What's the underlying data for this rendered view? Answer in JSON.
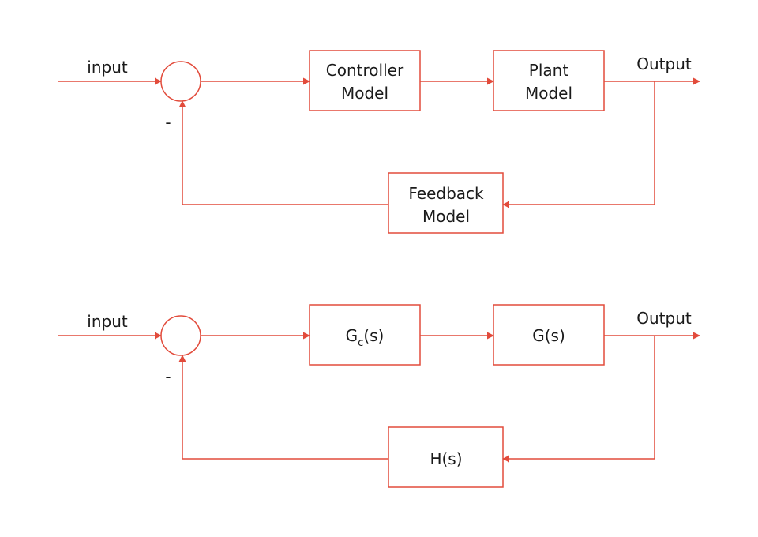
{
  "colors": {
    "line": "#e24b3b",
    "text": "#1a1a1a",
    "background": "#ffffff"
  },
  "diagrams": [
    {
      "input_label": "input",
      "output_label": "Output",
      "minus_sign": "-",
      "controller": {
        "line1": "Controller",
        "line2": "Model"
      },
      "plant": {
        "line1": "Plant",
        "line2": "Model"
      },
      "feedback": {
        "line1": "Feedback",
        "line2": "Model"
      }
    },
    {
      "input_label": "input",
      "output_label": "Output",
      "minus_sign": "-",
      "controller": {
        "main": "G",
        "subscript": "c",
        "suffix": "(s)"
      },
      "plant": {
        "label": "G(s)"
      },
      "feedback": {
        "label": "H(s)"
      }
    }
  ]
}
